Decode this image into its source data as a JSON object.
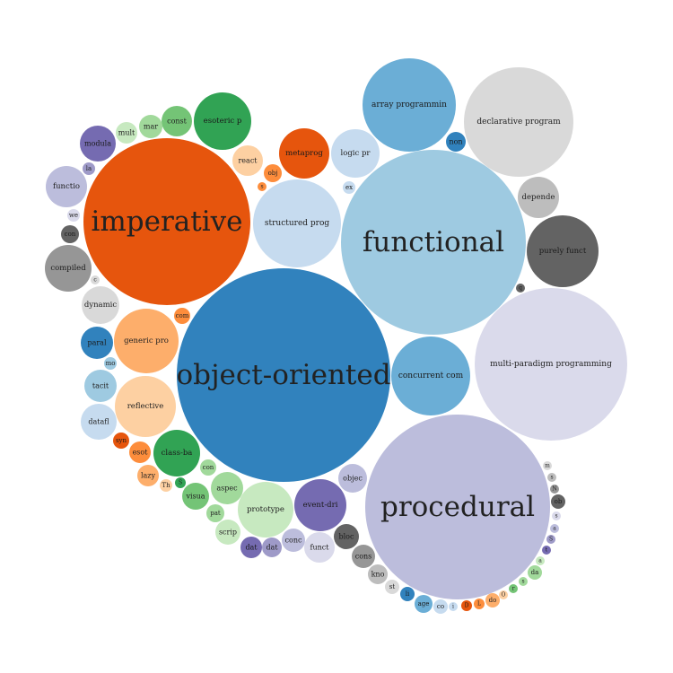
{
  "chart_data": {
    "type": "bubble-pack",
    "title": "",
    "palette": {
      "orange": "#e6550d",
      "orange2": "#fd8d3c",
      "orange3": "#fdae6b",
      "orange4": "#fdd0a2",
      "blue": "#3182bd",
      "blue2": "#6baed6",
      "blue3": "#9ecae1",
      "blue4": "#c6dbef",
      "green": "#31a354",
      "green2": "#74c476",
      "green3": "#a1d99b",
      "green4": "#c7e9c0",
      "purple": "#756bb1",
      "purple2": "#9e9ac8",
      "purple3": "#bcbddc",
      "purple4": "#dadaeb",
      "grey": "#636363",
      "grey2": "#969696",
      "grey3": "#bdbdbd",
      "grey4": "#d9d9d9"
    },
    "nodes": [
      {
        "id": "object-oriented",
        "label": "object-oriented",
        "value": 56000,
        "color": "blue"
      },
      {
        "id": "procedural",
        "label": "procedural",
        "value": 41000,
        "color": "purple3"
      },
      {
        "id": "functional",
        "label": "functional",
        "value": 41000,
        "color": "blue3"
      },
      {
        "id": "imperative",
        "label": "imperative",
        "value": 34000,
        "color": "orange"
      },
      {
        "id": "multi-paradigm",
        "label": "multi-paradigm programming",
        "value": 28500,
        "color": "purple4"
      },
      {
        "id": "declarative",
        "label": "declarative program",
        "value": 14500,
        "color": "grey4"
      },
      {
        "id": "array",
        "label": "array programmin",
        "value": 10700,
        "color": "blue2"
      },
      {
        "id": "structured",
        "label": "structured prog",
        "value": 9400,
        "color": "blue4"
      },
      {
        "id": "concurrent",
        "label": "concurrent com",
        "value": 7600,
        "color": "blue2"
      },
      {
        "id": "reflective",
        "label": "reflective",
        "value": 4600,
        "color": "orange4"
      },
      {
        "id": "generic",
        "label": "generic pro",
        "value": 5100,
        "color": "orange3"
      },
      {
        "id": "purely",
        "label": "purely funct",
        "value": 6400,
        "color": "grey"
      },
      {
        "id": "prototype",
        "label": "prototype",
        "value": 3700,
        "color": "green4"
      },
      {
        "id": "esoteric",
        "label": "esoteric p",
        "value": 4100,
        "color": "green"
      },
      {
        "id": "metaprog",
        "label": "metaprog",
        "value": 3000,
        "color": "orange"
      },
      {
        "id": "event-dri",
        "label": "event-dri",
        "value": 3200,
        "color": "purple"
      },
      {
        "id": "logic",
        "label": "logic pr",
        "value": 2800,
        "color": "blue4"
      },
      {
        "id": "class-ba",
        "label": "class-ba",
        "value": 2700,
        "color": "green"
      },
      {
        "id": "compiled",
        "label": "compiled",
        "value": 2700,
        "color": "grey2"
      },
      {
        "id": "functio",
        "label": "functio",
        "value": 2000,
        "color": "purple3"
      },
      {
        "id": "modula",
        "label": "modula",
        "value": 1600,
        "color": "purple"
      },
      {
        "id": "dynamic",
        "label": "dynamic",
        "value": 1900,
        "color": "grey4"
      },
      {
        "id": "datafl",
        "label": "datafl",
        "value": 1700,
        "color": "blue4"
      },
      {
        "id": "depende",
        "label": "depende",
        "value": 2100,
        "color": "grey3"
      },
      {
        "id": "tacit",
        "label": "tacit",
        "value": 1300,
        "color": "blue3"
      },
      {
        "id": "paral",
        "label": "paral",
        "value": 1300,
        "color": "blue"
      },
      {
        "id": "react",
        "label": "react",
        "value": 1100,
        "color": "orange4"
      },
      {
        "id": "const",
        "label": "const",
        "value": 1100,
        "color": "green2"
      },
      {
        "id": "mar",
        "label": "mar",
        "value": 700,
        "color": "green3"
      },
      {
        "id": "mult",
        "label": "mult",
        "value": 650,
        "color": "green4"
      },
      {
        "id": "aspec",
        "label": "aspec",
        "value": 1300,
        "color": "green3"
      },
      {
        "id": "visua",
        "label": "visua",
        "value": 900,
        "color": "green2"
      },
      {
        "id": "scrip",
        "label": "scrip",
        "value": 700,
        "color": "green4"
      },
      {
        "id": "pat",
        "label": "pat",
        "value": 380,
        "color": "green3"
      },
      {
        "id": "bloc",
        "label": "bloc",
        "value": 800,
        "color": "grey"
      },
      {
        "id": "cons",
        "label": "cons",
        "value": 700,
        "color": "grey2"
      },
      {
        "id": "funct",
        "label": "funct",
        "value": 1100,
        "color": "purple4"
      },
      {
        "id": "conc",
        "label": "conc",
        "value": 650,
        "color": "purple3"
      },
      {
        "id": "dat1",
        "label": "dat",
        "value": 500,
        "color": "purple2"
      },
      {
        "id": "dat2",
        "label": "dat",
        "value": 530,
        "color": "purple"
      },
      {
        "id": "objec",
        "label": "objec",
        "value": 1000,
        "color": "purple3"
      },
      {
        "id": "esot",
        "label": "esot",
        "value": 600,
        "color": "orange2"
      },
      {
        "id": "lazy",
        "label": "lazy",
        "value": 620,
        "color": "orange3"
      },
      {
        "id": "syn",
        "label": "syn",
        "value": 360,
        "color": "orange"
      },
      {
        "id": "con1",
        "label": "con",
        "value": 420,
        "color": "grey"
      },
      {
        "id": "kno",
        "label": "kno",
        "value": 450,
        "color": "grey3"
      },
      {
        "id": "age",
        "label": "age",
        "value": 420,
        "color": "blue2"
      },
      {
        "id": "con2",
        "label": "con",
        "value": 360,
        "color": "green3"
      },
      {
        "id": "obj",
        "label": "obj",
        "value": 380,
        "color": "orange2"
      },
      {
        "id": "com",
        "label": "com",
        "value": 300,
        "color": "orange2"
      },
      {
        "id": "st",
        "label": "st",
        "value": 280,
        "color": "grey4"
      },
      {
        "id": "co",
        "label": "co",
        "value": 260,
        "color": "blue4"
      },
      {
        "id": "non",
        "label": "non",
        "value": 480,
        "color": "blue"
      },
      {
        "id": "do",
        "label": "do",
        "value": 240,
        "color": "orange3"
      },
      {
        "id": "da",
        "label": "da",
        "value": 240,
        "color": "green3"
      },
      {
        "id": "la",
        "label": "la",
        "value": 180,
        "color": "purple2"
      },
      {
        "id": "we",
        "label": "we",
        "value": 190,
        "color": "purple4"
      },
      {
        "id": "mo",
        "label": "mo",
        "value": 190,
        "color": "blue3"
      },
      {
        "id": "ex",
        "label": "ex",
        "value": 200,
        "color": "blue4"
      },
      {
        "id": "li",
        "label": "li",
        "value": 240,
        "color": "blue"
      },
      {
        "id": "ob",
        "label": "ob",
        "value": 240,
        "color": "grey"
      },
      {
        "id": "Th",
        "label": "Th",
        "value": 200,
        "color": "orange4"
      },
      {
        "id": "S1",
        "label": "S",
        "value": 160,
        "color": "green"
      },
      {
        "id": "D",
        "label": "D",
        "value": 170,
        "color": "orange"
      },
      {
        "id": "L",
        "label": "L",
        "value": 170,
        "color": "orange2"
      },
      {
        "id": "s1",
        "label": "s",
        "value": 130,
        "color": "orange2"
      },
      {
        "id": "c",
        "label": "c",
        "value": 130,
        "color": "grey4"
      },
      {
        "id": "q",
        "label": "q",
        "value": 120,
        "color": "grey"
      },
      {
        "id": "m",
        "label": "m",
        "value": 110,
        "color": "grey4"
      },
      {
        "id": "s2",
        "label": "s",
        "value": 110,
        "color": "grey3"
      },
      {
        "id": "N",
        "label": "N",
        "value": 110,
        "color": "grey2"
      },
      {
        "id": "s3",
        "label": "s",
        "value": 110,
        "color": "purple4"
      },
      {
        "id": "a1",
        "label": "a",
        "value": 110,
        "color": "purple3"
      },
      {
        "id": "S2",
        "label": "S",
        "value": 110,
        "color": "purple2"
      },
      {
        "id": "t",
        "label": "t",
        "value": 110,
        "color": "purple"
      },
      {
        "id": "a2",
        "label": "a",
        "value": 110,
        "color": "green4"
      },
      {
        "id": "s4",
        "label": "s",
        "value": 110,
        "color": "green3"
      },
      {
        "id": "r",
        "label": "r",
        "value": 110,
        "color": "green2"
      },
      {
        "id": "O",
        "label": "O",
        "value": 110,
        "color": "orange4"
      },
      {
        "id": "i",
        "label": "i",
        "value": 110,
        "color": "blue4"
      }
    ]
  }
}
